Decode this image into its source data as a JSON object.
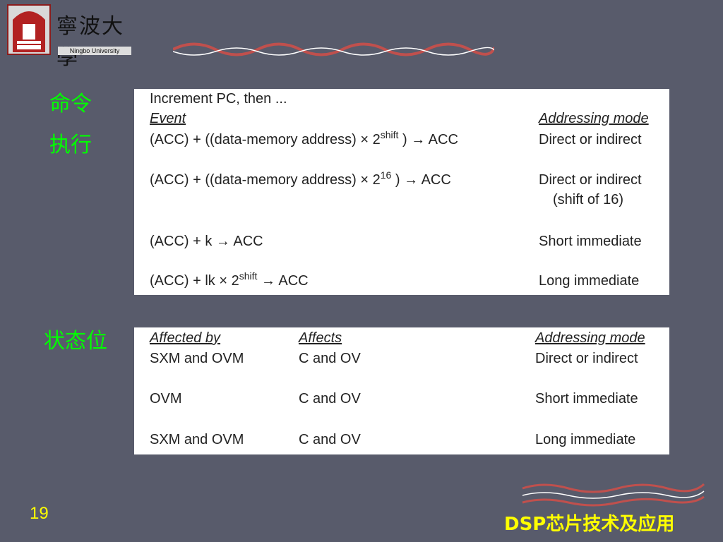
{
  "header": {
    "logo_text": "寧波大學",
    "logo_sub": "Ningbo University"
  },
  "side_labels": {
    "command_line1": "命令",
    "command_line2": "执行",
    "status": "状态位"
  },
  "execution_table": {
    "intro": "Increment PC, then ...",
    "headers": {
      "event": "Event",
      "mode": "Addressing mode"
    },
    "rows": [
      {
        "event_pre": "(ACC) + ((data-memory address) × 2",
        "event_sup": "shift",
        "event_post": " ) → ACC",
        "mode": "Direct or indirect",
        "mode2": ""
      },
      {
        "event_pre": "(ACC) + ((data-memory address) × 2",
        "event_sup": "16",
        "event_post": " ) → ACC",
        "mode": "Direct or indirect",
        "mode2": "(shift of 16)"
      },
      {
        "event_pre": "(ACC) + k → ACC",
        "event_sup": "",
        "event_post": "",
        "mode": "Short immediate",
        "mode2": ""
      },
      {
        "event_pre": "(ACC) + lk × 2",
        "event_sup": "shift",
        "event_post": " → ACC",
        "mode": "Long immediate",
        "mode2": ""
      }
    ]
  },
  "status_table": {
    "headers": {
      "affected_by": "Affected by",
      "affects": "Affects",
      "mode": "Addressing mode"
    },
    "rows": [
      {
        "affected_by": "SXM and OVM",
        "affects": "C and OV",
        "mode": "Direct or indirect"
      },
      {
        "affected_by": "OVM",
        "affects": "C and OV",
        "mode": "Short immediate"
      },
      {
        "affected_by": "SXM and OVM",
        "affects": "C and OV",
        "mode": "Long immediate"
      }
    ]
  },
  "footer": {
    "slide_number": "19",
    "course_title": "DSP芯片技术及应用"
  },
  "colors": {
    "background": "#585b6b",
    "label_green": "#00ff00",
    "footer_yellow": "#ffff00",
    "wave_red": "#c0504d"
  }
}
